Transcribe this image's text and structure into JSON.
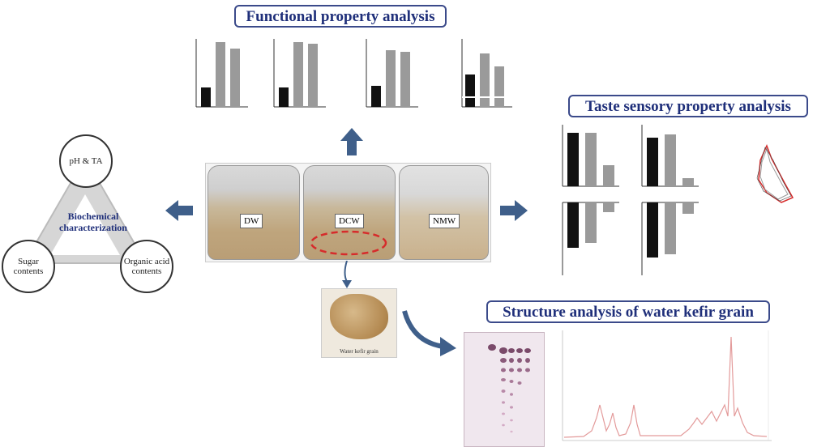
{
  "titles": {
    "functional": "Functional property analysis",
    "taste": "Taste sensory property analysis",
    "structure": "Structure analysis of water kefir grain"
  },
  "center": {
    "label": "Biochemical characterization",
    "circles": [
      "pH & TA",
      "Sugar contents",
      "Organic acid contents"
    ]
  },
  "jars": [
    "DW",
    "DCW",
    "NMW"
  ],
  "grain_caption": "Water kefir grain",
  "colors": {
    "title_text": "#1f2f7a",
    "title_border": "#3b4a8a",
    "arrow": "#3f5f8a",
    "dashed_ellipse": "#d62b2b",
    "bar_black": "#111111",
    "bar_gray": "#9a9a9a",
    "radar_red": "#d62b2b",
    "tlc_spot": "#7a4a6a",
    "chromatogram": "#e39a9a"
  },
  "icons": [
    "arrow-up-icon",
    "arrow-left-icon",
    "arrow-right-icon",
    "curved-arrow-icon"
  ]
}
